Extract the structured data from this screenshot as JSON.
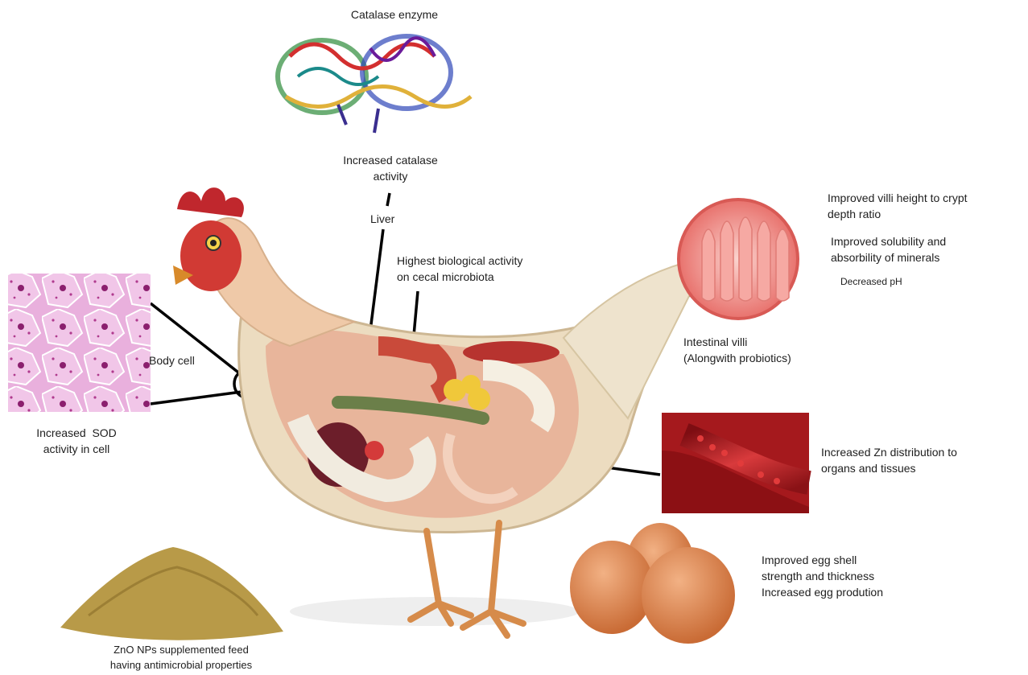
{
  "labels": {
    "catalase_enzyme": "Catalase enzyme",
    "catalase_activity_1": "Increased catalase",
    "catalase_activity_2": "activity",
    "liver": "Liver",
    "cecal_1": "Highest biological activity",
    "cecal_2": "on cecal microbiota",
    "body_cell": "Body cell",
    "sod_1": "Increased  SOD",
    "sod_2": "activity in cell",
    "villi_1": "Improved villi height to crypt",
    "villi_2": "depth ratio",
    "minerals_1": "Improved solubility and",
    "minerals_2": "absorbility of minerals",
    "ph": "Decreased pH",
    "intestinal_1": "Intestinal villi",
    "intestinal_2": "(Alongwith probiotics)",
    "zn_1": "Increased Zn distribution to",
    "zn_2": "organs and tissues",
    "egg_1": "Improved egg shell",
    "egg_2": "strength and thickness",
    "egg_3": "Increased egg prodution",
    "feed_1": "ZnO NPs supplemented feed",
    "feed_2": "having antimicrobial properties"
  },
  "colors": {
    "connector": "#000000",
    "cell_bg": "#e8a6d8",
    "villi": "#f28b86",
    "blood_vessel": "#c0262a",
    "egg": "#d9834b",
    "feed": "#b89a48",
    "feather": "#e9dfc9",
    "comb": "#c0272d"
  }
}
